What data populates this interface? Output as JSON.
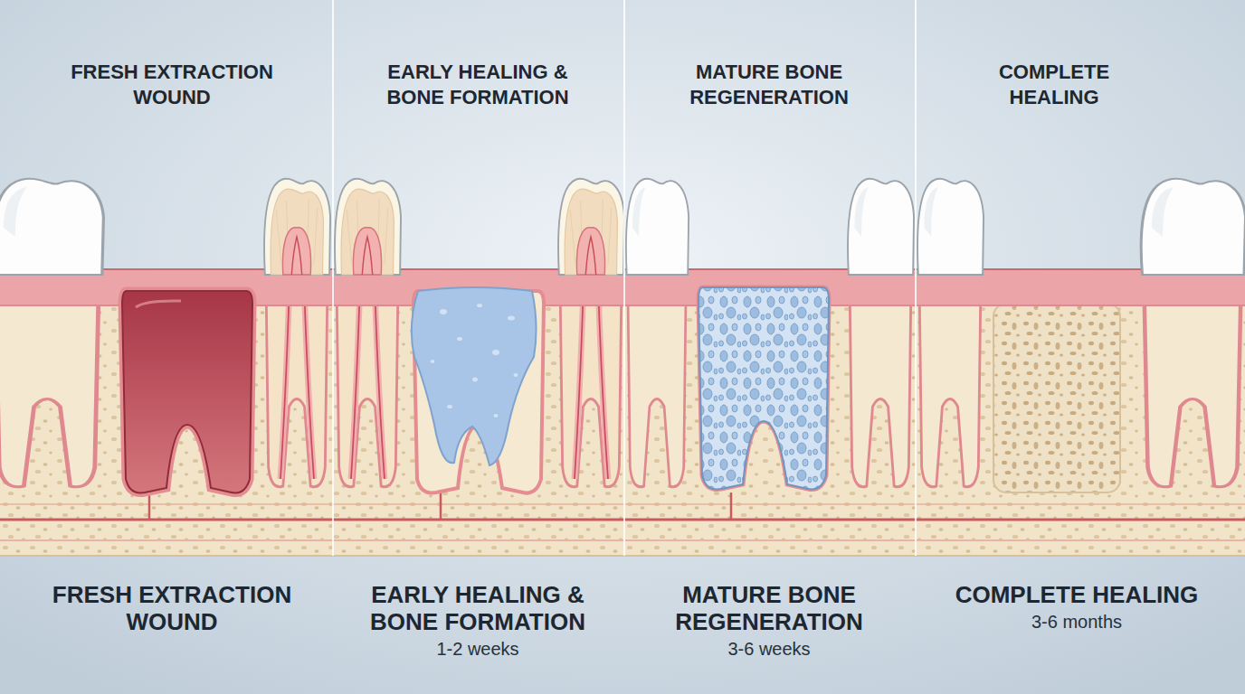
{
  "diagram": {
    "labels": [
      "FRESH EXTRACTION WOUND",
      "EARLY HEALING & BONE FORMATION",
      "MATURE BONE REGENERATION",
      "COMPLETE HEALING",
      "FRESH EXTRACTION WOUND",
      "EARLY HEALING & BONE FORMATION",
      "1-2 weeks",
      "MATURE BONE REGENERATION",
      "3-6 weeks",
      "COMPLETE HEALING",
      "3-6 months"
    ]
  }
}
